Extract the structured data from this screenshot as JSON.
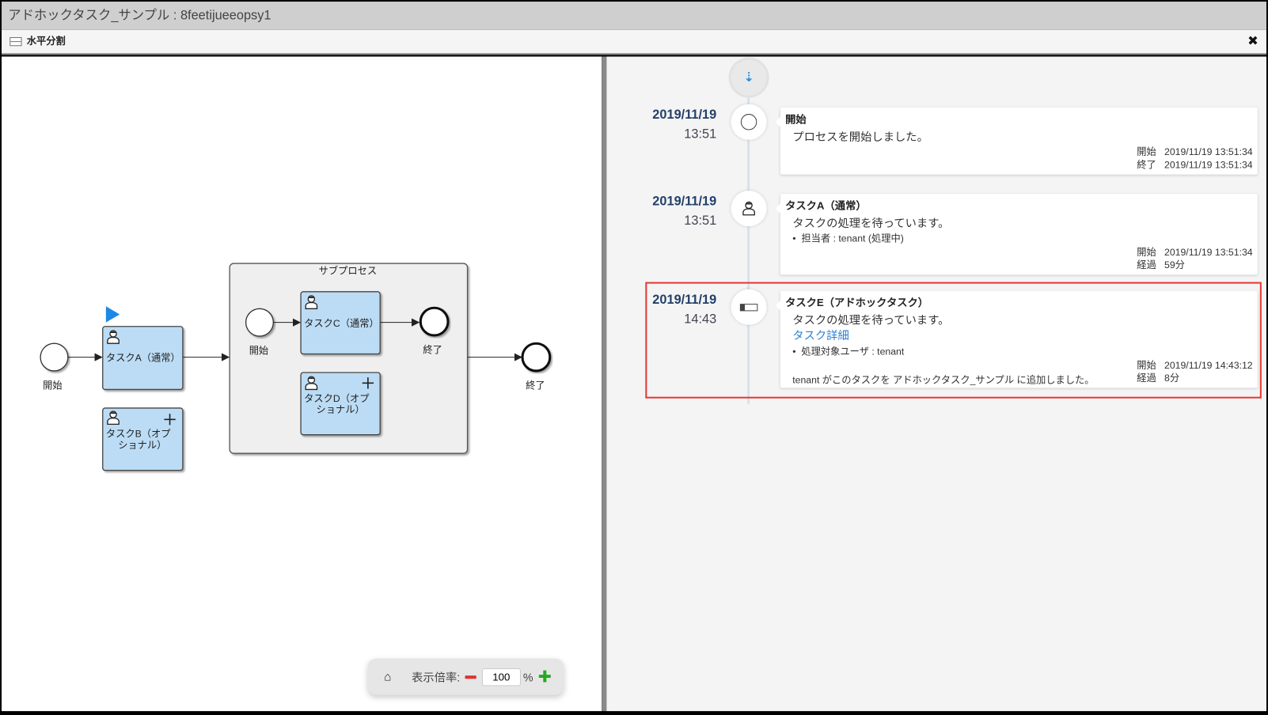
{
  "window": {
    "title": "アドホックタスク_サンプル : 8feetijueeopsy1"
  },
  "toolbar": {
    "split_label": "水平分割",
    "close_icon": "close-icon"
  },
  "diagram": {
    "start_label": "開始",
    "end_label": "終了",
    "task_a": "タスクA（通常）",
    "task_b": "タスクB（オプショナル）",
    "subprocess_label": "サブプロセス",
    "sub_start_label": "開始",
    "sub_end_label": "終了",
    "task_c": "タスクC（通常）",
    "task_d": "タスクD（オプショナル）",
    "task_color": "#bcdcf5",
    "marker_color": "#1e88e5"
  },
  "zoom": {
    "label": "表示倍率:",
    "value": "100",
    "unit": "%"
  },
  "timeline": [
    {
      "date": "2019/11/19",
      "time": "13:51",
      "title": "開始",
      "message": "プロセスを開始しました。",
      "meta": [
        [
          "開始",
          "2019/11/19 13:51:34"
        ],
        [
          "終了",
          "2019/11/19 13:51:34"
        ]
      ]
    },
    {
      "date": "2019/11/19",
      "time": "13:51",
      "title": "タスクA（通常）",
      "message": "タスクの処理を待っています。",
      "bullet": "担当者 : tenant (処理中)",
      "meta": [
        [
          "開始",
          "2019/11/19 13:51:34"
        ],
        [
          "経過",
          "59分"
        ]
      ]
    },
    {
      "date": "2019/11/19",
      "time": "14:43",
      "title": "タスクE（アドホックタスク）",
      "message": "タスクの処理を待っています。",
      "link": "タスク詳細",
      "bullet": "処理対象ユーザ : tenant",
      "footer": "tenant がこのタスクを アドホックタスク_サンプル に追加しました。",
      "meta": [
        [
          "開始",
          "2019/11/19 14:43:12"
        ],
        [
          "経過",
          "8分"
        ]
      ]
    }
  ]
}
